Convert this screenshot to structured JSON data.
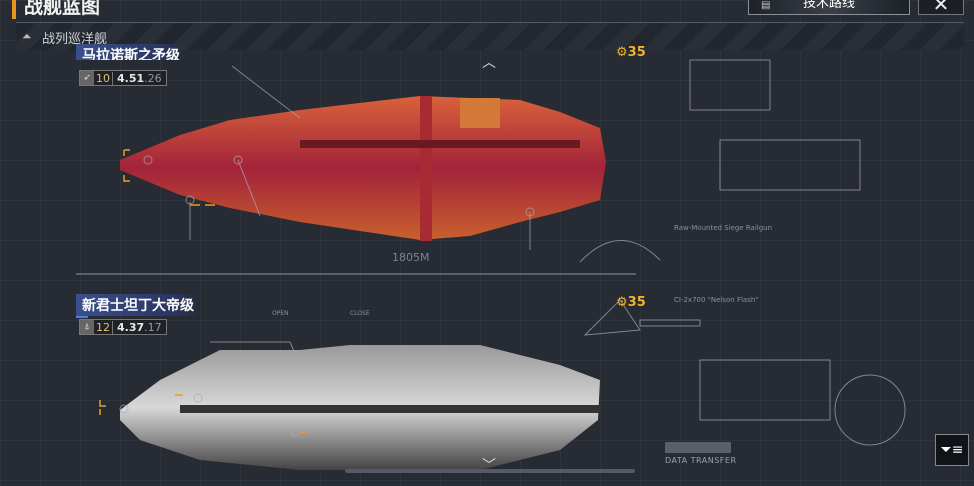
{
  "header": {
    "title": "战舰蓝图",
    "tech_button": "技术路线",
    "close_icon": "close-icon"
  },
  "category": {
    "label": "战列巡洋舰"
  },
  "ships": [
    {
      "name": "马拉诺斯之矛级",
      "level": "10",
      "version": "4.51",
      "build": ".26",
      "cost": "35",
      "length": "1805M",
      "weapon_title": "Raw-Mounted Siege Railgun"
    },
    {
      "name": "新君士坦丁大帝级",
      "level": "12",
      "version": "4.37",
      "build": ".17",
      "cost": "35",
      "blueprint_label": "CI-2x700 \"Nelson Flash\"",
      "open_label": "OPEN",
      "close_label": "CLOSE"
    }
  ],
  "footer": {
    "data_transfer": "DATA TRANSFER"
  },
  "colors": {
    "accent": "#e8931e",
    "cost": "#f0b52a",
    "name_bg": "#3a4f8c"
  }
}
